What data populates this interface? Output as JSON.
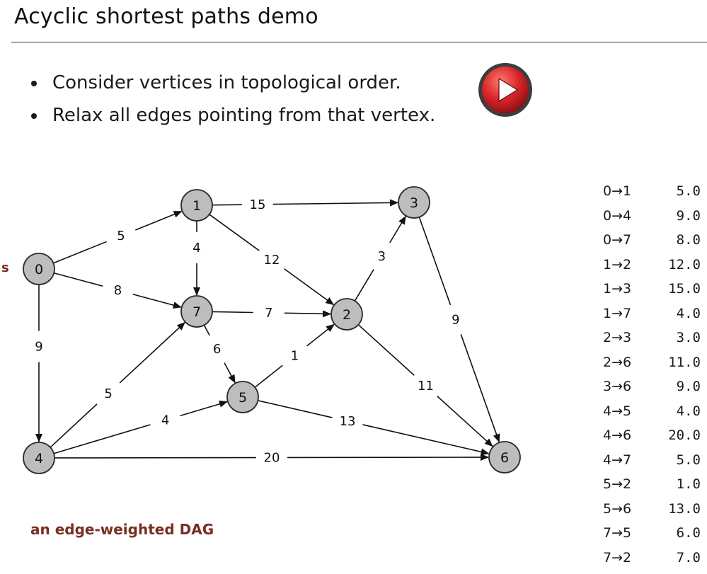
{
  "title": "Acyclic shortest paths demo",
  "bullets": [
    "Consider vertices in topological order.",
    "Relax all edges pointing from that vertex."
  ],
  "play_button": {
    "icon": "play-icon",
    "accent": "#d9262b"
  },
  "source_label": "s",
  "caption": "an edge-weighted DAG",
  "colors": {
    "vertex_fill": "#bdbdbd",
    "vertex_stroke": "#2b2b2b",
    "caption": "#7a2e22"
  },
  "graph": {
    "vertices": [
      "0",
      "1",
      "2",
      "3",
      "4",
      "5",
      "6",
      "7"
    ],
    "edges": [
      {
        "from": "0",
        "to": "1",
        "weight": "5"
      },
      {
        "from": "0",
        "to": "4",
        "weight": "9"
      },
      {
        "from": "0",
        "to": "7",
        "weight": "8"
      },
      {
        "from": "1",
        "to": "2",
        "weight": "12"
      },
      {
        "from": "1",
        "to": "3",
        "weight": "15"
      },
      {
        "from": "1",
        "to": "7",
        "weight": "4"
      },
      {
        "from": "2",
        "to": "3",
        "weight": "3"
      },
      {
        "from": "2",
        "to": "6",
        "weight": "11"
      },
      {
        "from": "3",
        "to": "6",
        "weight": "9"
      },
      {
        "from": "4",
        "to": "5",
        "weight": "4"
      },
      {
        "from": "4",
        "to": "6",
        "weight": "20"
      },
      {
        "from": "4",
        "to": "7",
        "weight": "5"
      },
      {
        "from": "5",
        "to": "2",
        "weight": "1"
      },
      {
        "from": "5",
        "to": "6",
        "weight": "13"
      },
      {
        "from": "7",
        "to": "5",
        "weight": "6"
      },
      {
        "from": "7",
        "to": "2",
        "weight": "7"
      }
    ]
  },
  "edge_list": [
    {
      "edge": "0→1",
      "weight": "5.0"
    },
    {
      "edge": "0→4",
      "weight": "9.0"
    },
    {
      "edge": "0→7",
      "weight": "8.0"
    },
    {
      "edge": "1→2",
      "weight": "12.0"
    },
    {
      "edge": "1→3",
      "weight": "15.0"
    },
    {
      "edge": "1→7",
      "weight": "4.0"
    },
    {
      "edge": "2→3",
      "weight": "3.0"
    },
    {
      "edge": "2→6",
      "weight": "11.0"
    },
    {
      "edge": "3→6",
      "weight": "9.0"
    },
    {
      "edge": "4→5",
      "weight": "4.0"
    },
    {
      "edge": "4→6",
      "weight": "20.0"
    },
    {
      "edge": "4→7",
      "weight": "5.0"
    },
    {
      "edge": "5→2",
      "weight": "1.0"
    },
    {
      "edge": "5→6",
      "weight": "13.0"
    },
    {
      "edge": "7→5",
      "weight": "6.0"
    },
    {
      "edge": "7→2",
      "weight": "7.0"
    }
  ]
}
